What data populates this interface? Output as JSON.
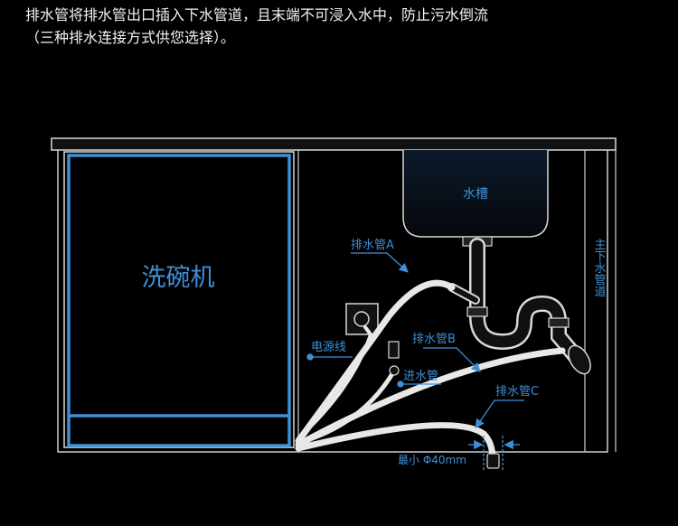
{
  "intro": {
    "line1": "排水管将排水管出口插入下水管道，且末端不可浸入水中，防止污水倒流",
    "line2": "（三种排水连接方式供您选择）。"
  },
  "diagram": {
    "dishwasher_label": "洗碗机",
    "sink_label": "水槽",
    "drain_pipe_label": "主下水管道",
    "labels": {
      "hose_a": "排水管A",
      "hose_b": "排水管B",
      "hose_c": "排水管C",
      "power_cord": "电源线",
      "inlet_pipe": "进水管",
      "min_diameter": "最小 Φ40mm"
    }
  },
  "colors": {
    "background": "#000000",
    "accent_blue": "#3f8fd6",
    "hose_white": "#e8e8e8",
    "outline": "#d8d8d8"
  }
}
